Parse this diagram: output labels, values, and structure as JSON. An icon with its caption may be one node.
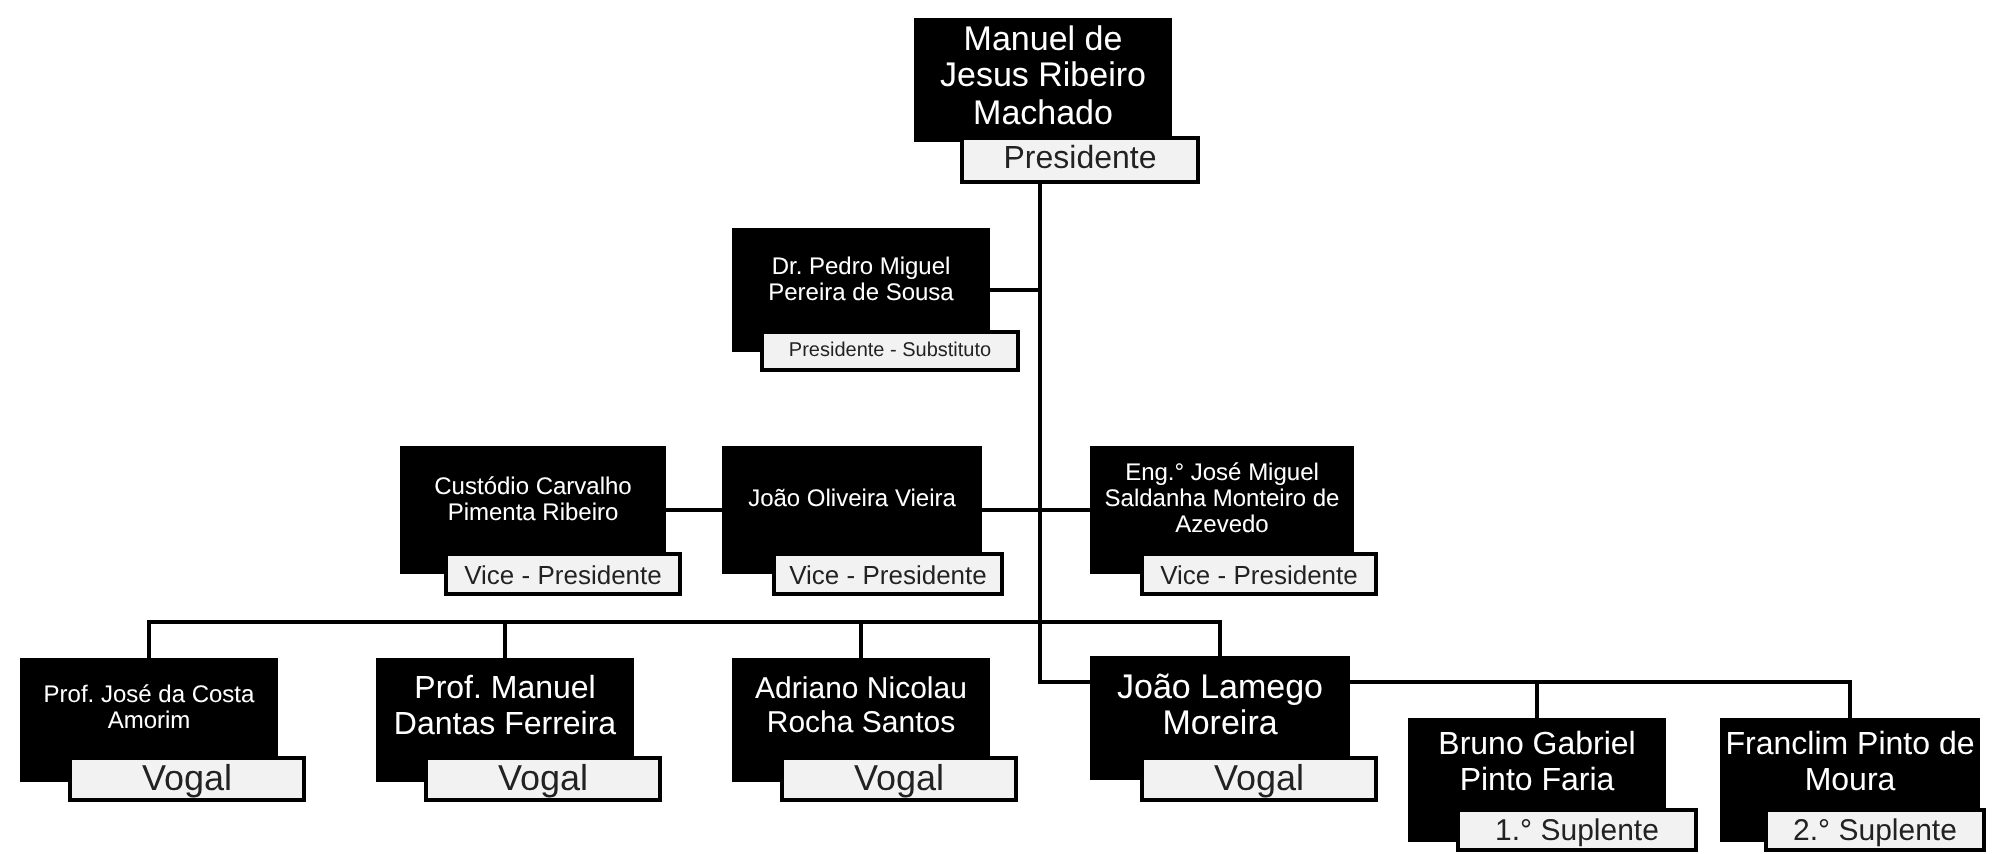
{
  "diagram": {
    "nodes": [
      {
        "text": [
          "Manuel de Jesus Ribeiro Machado",
          "Presidente"
        ]
      },
      {
        "text": [
          "Dr. Pedro Miguel Pereira de Sousa",
          "Presidente - Substituto"
        ]
      },
      {
        "text": [
          "Custódio Carvalho Pimenta Ribeiro",
          "Vice - Presidente"
        ]
      },
      {
        "text": [
          "João Oliveira Vieira",
          "Vice - Presidente"
        ]
      },
      {
        "text": [
          "Eng.° José Miguel Saldanha Monteiro de Azevedo",
          "Vice - Presidente"
        ]
      },
      {
        "text": [
          "Prof. José da Costa Amorim",
          "Vogal"
        ]
      },
      {
        "text": [
          "Prof. Manuel Dantas Ferreira",
          "Vogal"
        ]
      },
      {
        "text": [
          "Adriano Nicolau Rocha Santos",
          "Vogal"
        ]
      },
      {
        "text": [
          "João Lamego Moreira",
          "Vogal"
        ]
      },
      {
        "text": [
          "Bruno Gabriel Pinto Faria",
          "1.° Suplente"
        ]
      },
      {
        "text": [
          "Franclim Pinto de Moura",
          "2.° Suplente"
        ]
      }
    ],
    "edges": [
      {
        "from": 0,
        "to": 1,
        "arrow": "none"
      },
      {
        "from": 0,
        "to": 3,
        "arrow": "none"
      },
      {
        "from": 0,
        "to": 4,
        "arrow": "none"
      },
      {
        "from": 3,
        "to": 2,
        "arrow": "none"
      },
      {
        "from": 0,
        "to": 5,
        "arrow": "none"
      },
      {
        "from": 0,
        "to": 6,
        "arrow": "none"
      },
      {
        "from": 0,
        "to": 7,
        "arrow": "none"
      },
      {
        "from": 0,
        "to": 8,
        "arrow": "none"
      },
      {
        "from": 0,
        "to": 8,
        "arrow": "none"
      },
      {
        "from": 8,
        "to": 9,
        "arrow": "none"
      },
      {
        "from": 8,
        "to": 10,
        "arrow": "none"
      }
    ]
  }
}
